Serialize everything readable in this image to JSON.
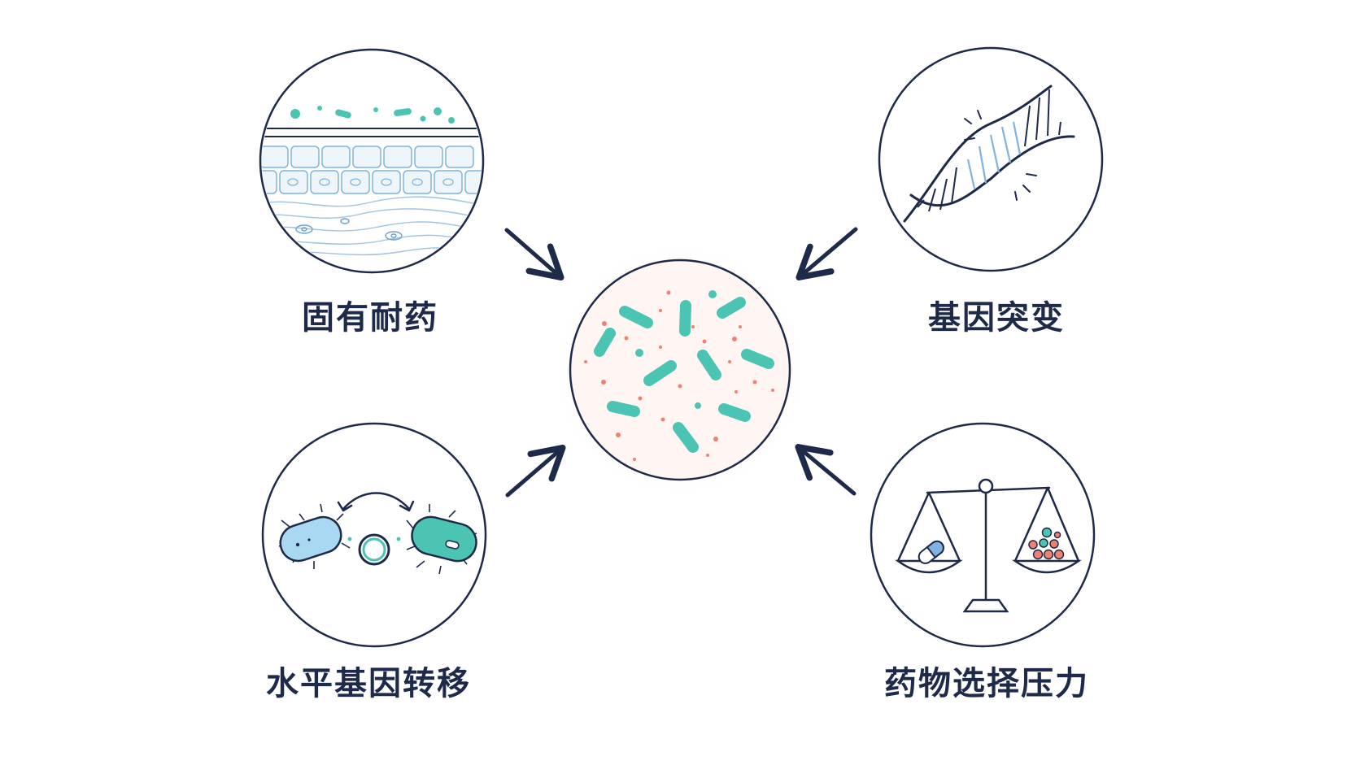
{
  "colors": {
    "stroke": "#1e2a4a",
    "teal": "#4cc4b4",
    "blue_light": "#a9d8f2",
    "red_dots": "#f08070"
  },
  "center": {
    "name": "bacteria-colony"
  },
  "nodes": [
    {
      "id": "intrinsic",
      "label": "固有耐药",
      "icon": "tissue-layer-icon"
    },
    {
      "id": "mutation",
      "label": "基因突变",
      "icon": "dna-helix-icon"
    },
    {
      "id": "hgt",
      "label": "水平基因转移",
      "icon": "plasmid-transfer-icon"
    },
    {
      "id": "selection",
      "label": "药物选择压力",
      "icon": "balance-scale-icon"
    }
  ]
}
